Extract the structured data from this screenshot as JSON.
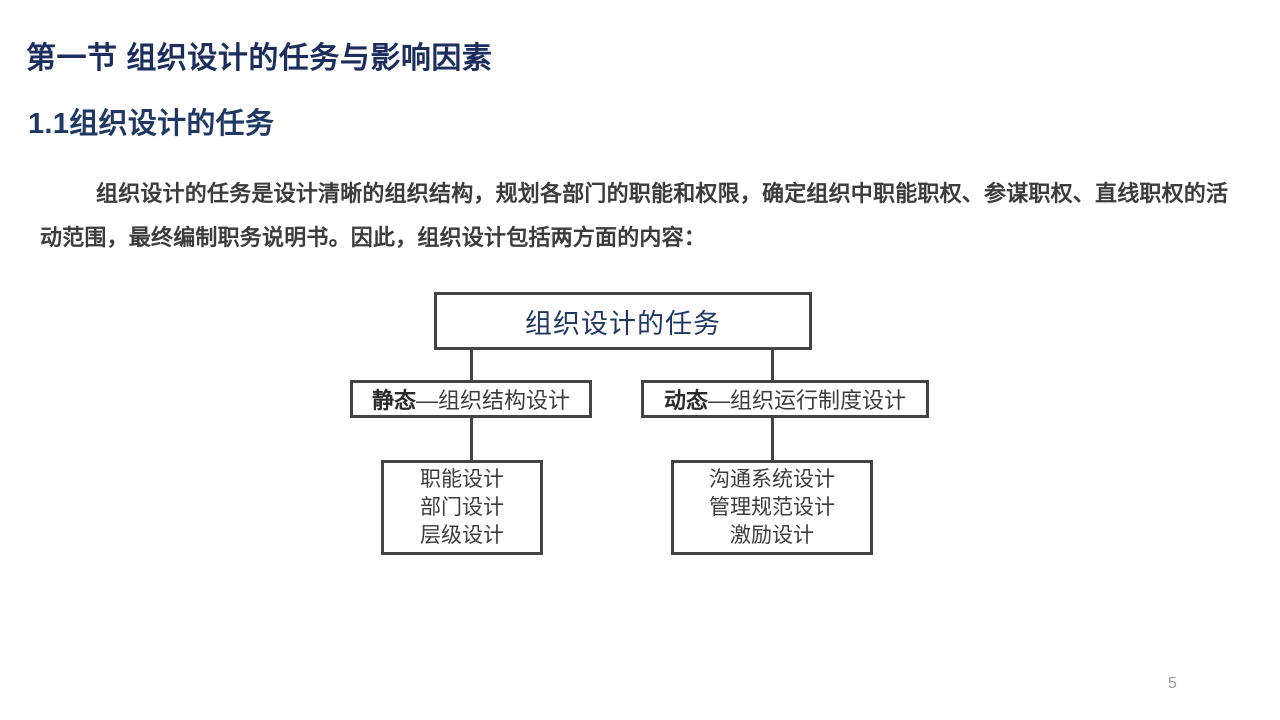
{
  "slide": {
    "section_title": "第一节 组织设计的任务与影响因素",
    "sub_title": "1.1组织设计的任务",
    "body_paragraph": "组织设计的任务是设计清晰的组织结构，规划各部门的职能和权限，确定组织中职能职权、参谋职权、直线职权的活动范围，最终编制职务说明书。因此，组织设计包括两方面的内容：",
    "page_number": "5",
    "colors": {
      "title": "#1B2E5E",
      "subtitle": "#1F3864",
      "body": "#3C3C3C",
      "box_border": "#434343",
      "root_label": "#1F3864",
      "page_number": "#9A9A9A",
      "background": "#FFFFFF"
    }
  },
  "diagram": {
    "root": {
      "label": "组织设计的任务"
    },
    "branches": [
      {
        "emphasis": "静态",
        "rest": "—组织结构设计",
        "full_label": "静态—组织结构设计",
        "leaf": {
          "lines": [
            "职能设计",
            "部门设计",
            "层级设计"
          ]
        }
      },
      {
        "emphasis": "动态",
        "rest": "—组织运行制度设计",
        "full_label": "动态—组织运行制度设计",
        "leaf": {
          "lines": [
            "沟通系统设计",
            "管理规范设计",
            "激励设计"
          ]
        }
      }
    ]
  }
}
